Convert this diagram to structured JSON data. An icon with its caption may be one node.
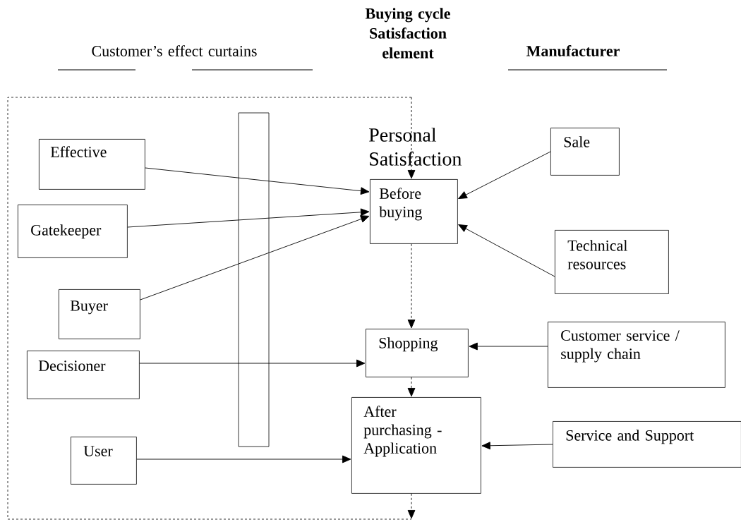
{
  "diagram": {
    "nodes": [
      {
        "text": [
          "Effective"
        ]
      },
      {
        "text": [
          "Gatekeeper"
        ]
      },
      {
        "text": [
          "Buyer"
        ]
      },
      {
        "text": [
          "Decisioner"
        ]
      },
      {
        "text": [
          "User"
        ]
      },
      {
        "text": [
          "Before buying"
        ]
      },
      {
        "text": [
          "Shopping"
        ]
      },
      {
        "text": [
          "After purchasing - Application"
        ]
      },
      {
        "text": [
          "Sale"
        ]
      },
      {
        "text": [
          "Technical resources"
        ]
      },
      {
        "text": [
          "Customer service / supply chain"
        ]
      },
      {
        "text": [
          "Service and Support"
        ]
      }
    ],
    "edges": [
      {
        "from": 0,
        "to": 5,
        "arrow": "to"
      },
      {
        "from": 1,
        "to": 5,
        "arrow": "to"
      },
      {
        "from": 2,
        "to": 5,
        "arrow": "to"
      },
      {
        "from": 8,
        "to": 5,
        "arrow": "to"
      },
      {
        "from": 9,
        "to": 5,
        "arrow": "to"
      },
      {
        "from": 3,
        "to": 6,
        "arrow": "to"
      },
      {
        "from": 10,
        "to": 6,
        "arrow": "to"
      },
      {
        "from": 4,
        "to": 7,
        "arrow": "to"
      },
      {
        "from": 11,
        "to": 7,
        "arrow": "to"
      },
      {
        "from": null,
        "to": 5,
        "arrow": "to",
        "style": "dashed"
      },
      {
        "from": 5,
        "to": 6,
        "arrow": "to",
        "style": "dashed"
      },
      {
        "from": 6,
        "to": 7,
        "arrow": "to",
        "style": "dashed"
      },
      {
        "from": 7,
        "to": null,
        "arrow": "to",
        "style": "dashed"
      }
    ],
    "labels": [
      "Buying cycle Satisfaction element",
      "Customer’s effect curtains",
      "Manufacturer",
      "Personal Satisfaction"
    ]
  }
}
